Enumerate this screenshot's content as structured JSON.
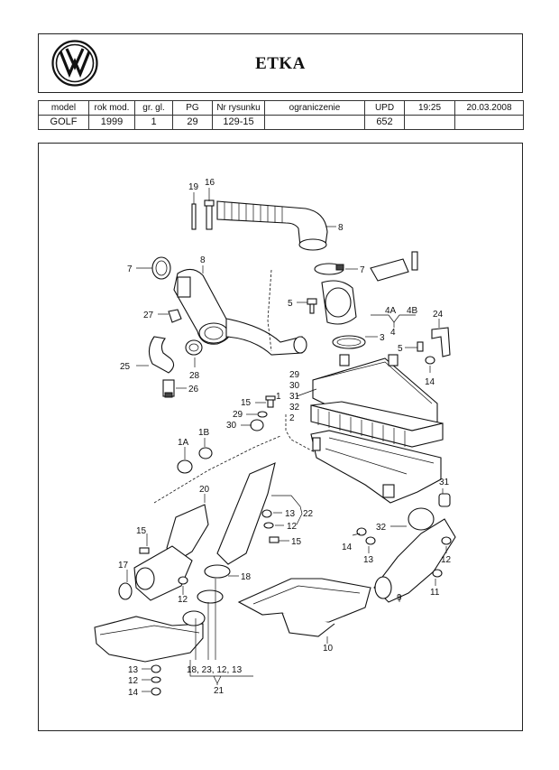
{
  "header": {
    "app_title": "ETKA",
    "logo": "vw-logo"
  },
  "info_table": {
    "headers": [
      "model",
      "rok mod.",
      "gr. gl.",
      "PG",
      "Nr rysunku",
      "ograniczenie",
      "UPD",
      "19:25",
      "20.03.2008"
    ],
    "values": [
      "GOLF",
      "1999",
      "1",
      "29",
      "129-15",
      "",
      "652",
      "",
      ""
    ]
  },
  "diagram": {
    "callouts": [
      {
        "id": "c19",
        "text": "19"
      },
      {
        "id": "c16",
        "text": "16"
      },
      {
        "id": "c8a",
        "text": "8"
      },
      {
        "id": "c7a",
        "text": "7"
      },
      {
        "id": "c8b",
        "text": "8"
      },
      {
        "id": "c7b",
        "text": "7"
      },
      {
        "id": "c5a",
        "text": "5"
      },
      {
        "id": "c27",
        "text": "27"
      },
      {
        "id": "c4a",
        "text": "4A"
      },
      {
        "id": "c4b",
        "text": "4B"
      },
      {
        "id": "c4",
        "text": "4"
      },
      {
        "id": "c24",
        "text": "24"
      },
      {
        "id": "c3",
        "text": "3"
      },
      {
        "id": "c5b",
        "text": "5"
      },
      {
        "id": "c25",
        "text": "25"
      },
      {
        "id": "c28",
        "text": "28"
      },
      {
        "id": "c26",
        "text": "26"
      },
      {
        "id": "c14a",
        "text": "14"
      },
      {
        "id": "c29a",
        "text": "29"
      },
      {
        "id": "c30a",
        "text": "30"
      },
      {
        "id": "c31a",
        "text": "31"
      },
      {
        "id": "c32a",
        "text": "32"
      },
      {
        "id": "c2",
        "text": "2"
      },
      {
        "id": "c1",
        "text": "1"
      },
      {
        "id": "c15a",
        "text": "15"
      },
      {
        "id": "c29b",
        "text": "29"
      },
      {
        "id": "c30b",
        "text": "30"
      },
      {
        "id": "c1b",
        "text": "1B"
      },
      {
        "id": "c1a",
        "text": "1A"
      },
      {
        "id": "c20",
        "text": "20"
      },
      {
        "id": "c22",
        "text": "22"
      },
      {
        "id": "c13a",
        "text": "13"
      },
      {
        "id": "c12a",
        "text": "12"
      },
      {
        "id": "c15b",
        "text": "15"
      },
      {
        "id": "c31b",
        "text": "31"
      },
      {
        "id": "c32b",
        "text": "32"
      },
      {
        "id": "c14b",
        "text": "14"
      },
      {
        "id": "c13b",
        "text": "13"
      },
      {
        "id": "c12b",
        "text": "12"
      },
      {
        "id": "c11",
        "text": "11"
      },
      {
        "id": "c15c",
        "text": "15"
      },
      {
        "id": "c17",
        "text": "17"
      },
      {
        "id": "c18a",
        "text": "18"
      },
      {
        "id": "c12c",
        "text": "12"
      },
      {
        "id": "c9",
        "text": "9"
      },
      {
        "id": "c10",
        "text": "10"
      },
      {
        "id": "c13c",
        "text": "13"
      },
      {
        "id": "c12d",
        "text": "12"
      },
      {
        "id": "c14c",
        "text": "14"
      },
      {
        "id": "cgroup",
        "text": "18, 23, 12, 13"
      },
      {
        "id": "c21",
        "text": "21"
      }
    ]
  }
}
